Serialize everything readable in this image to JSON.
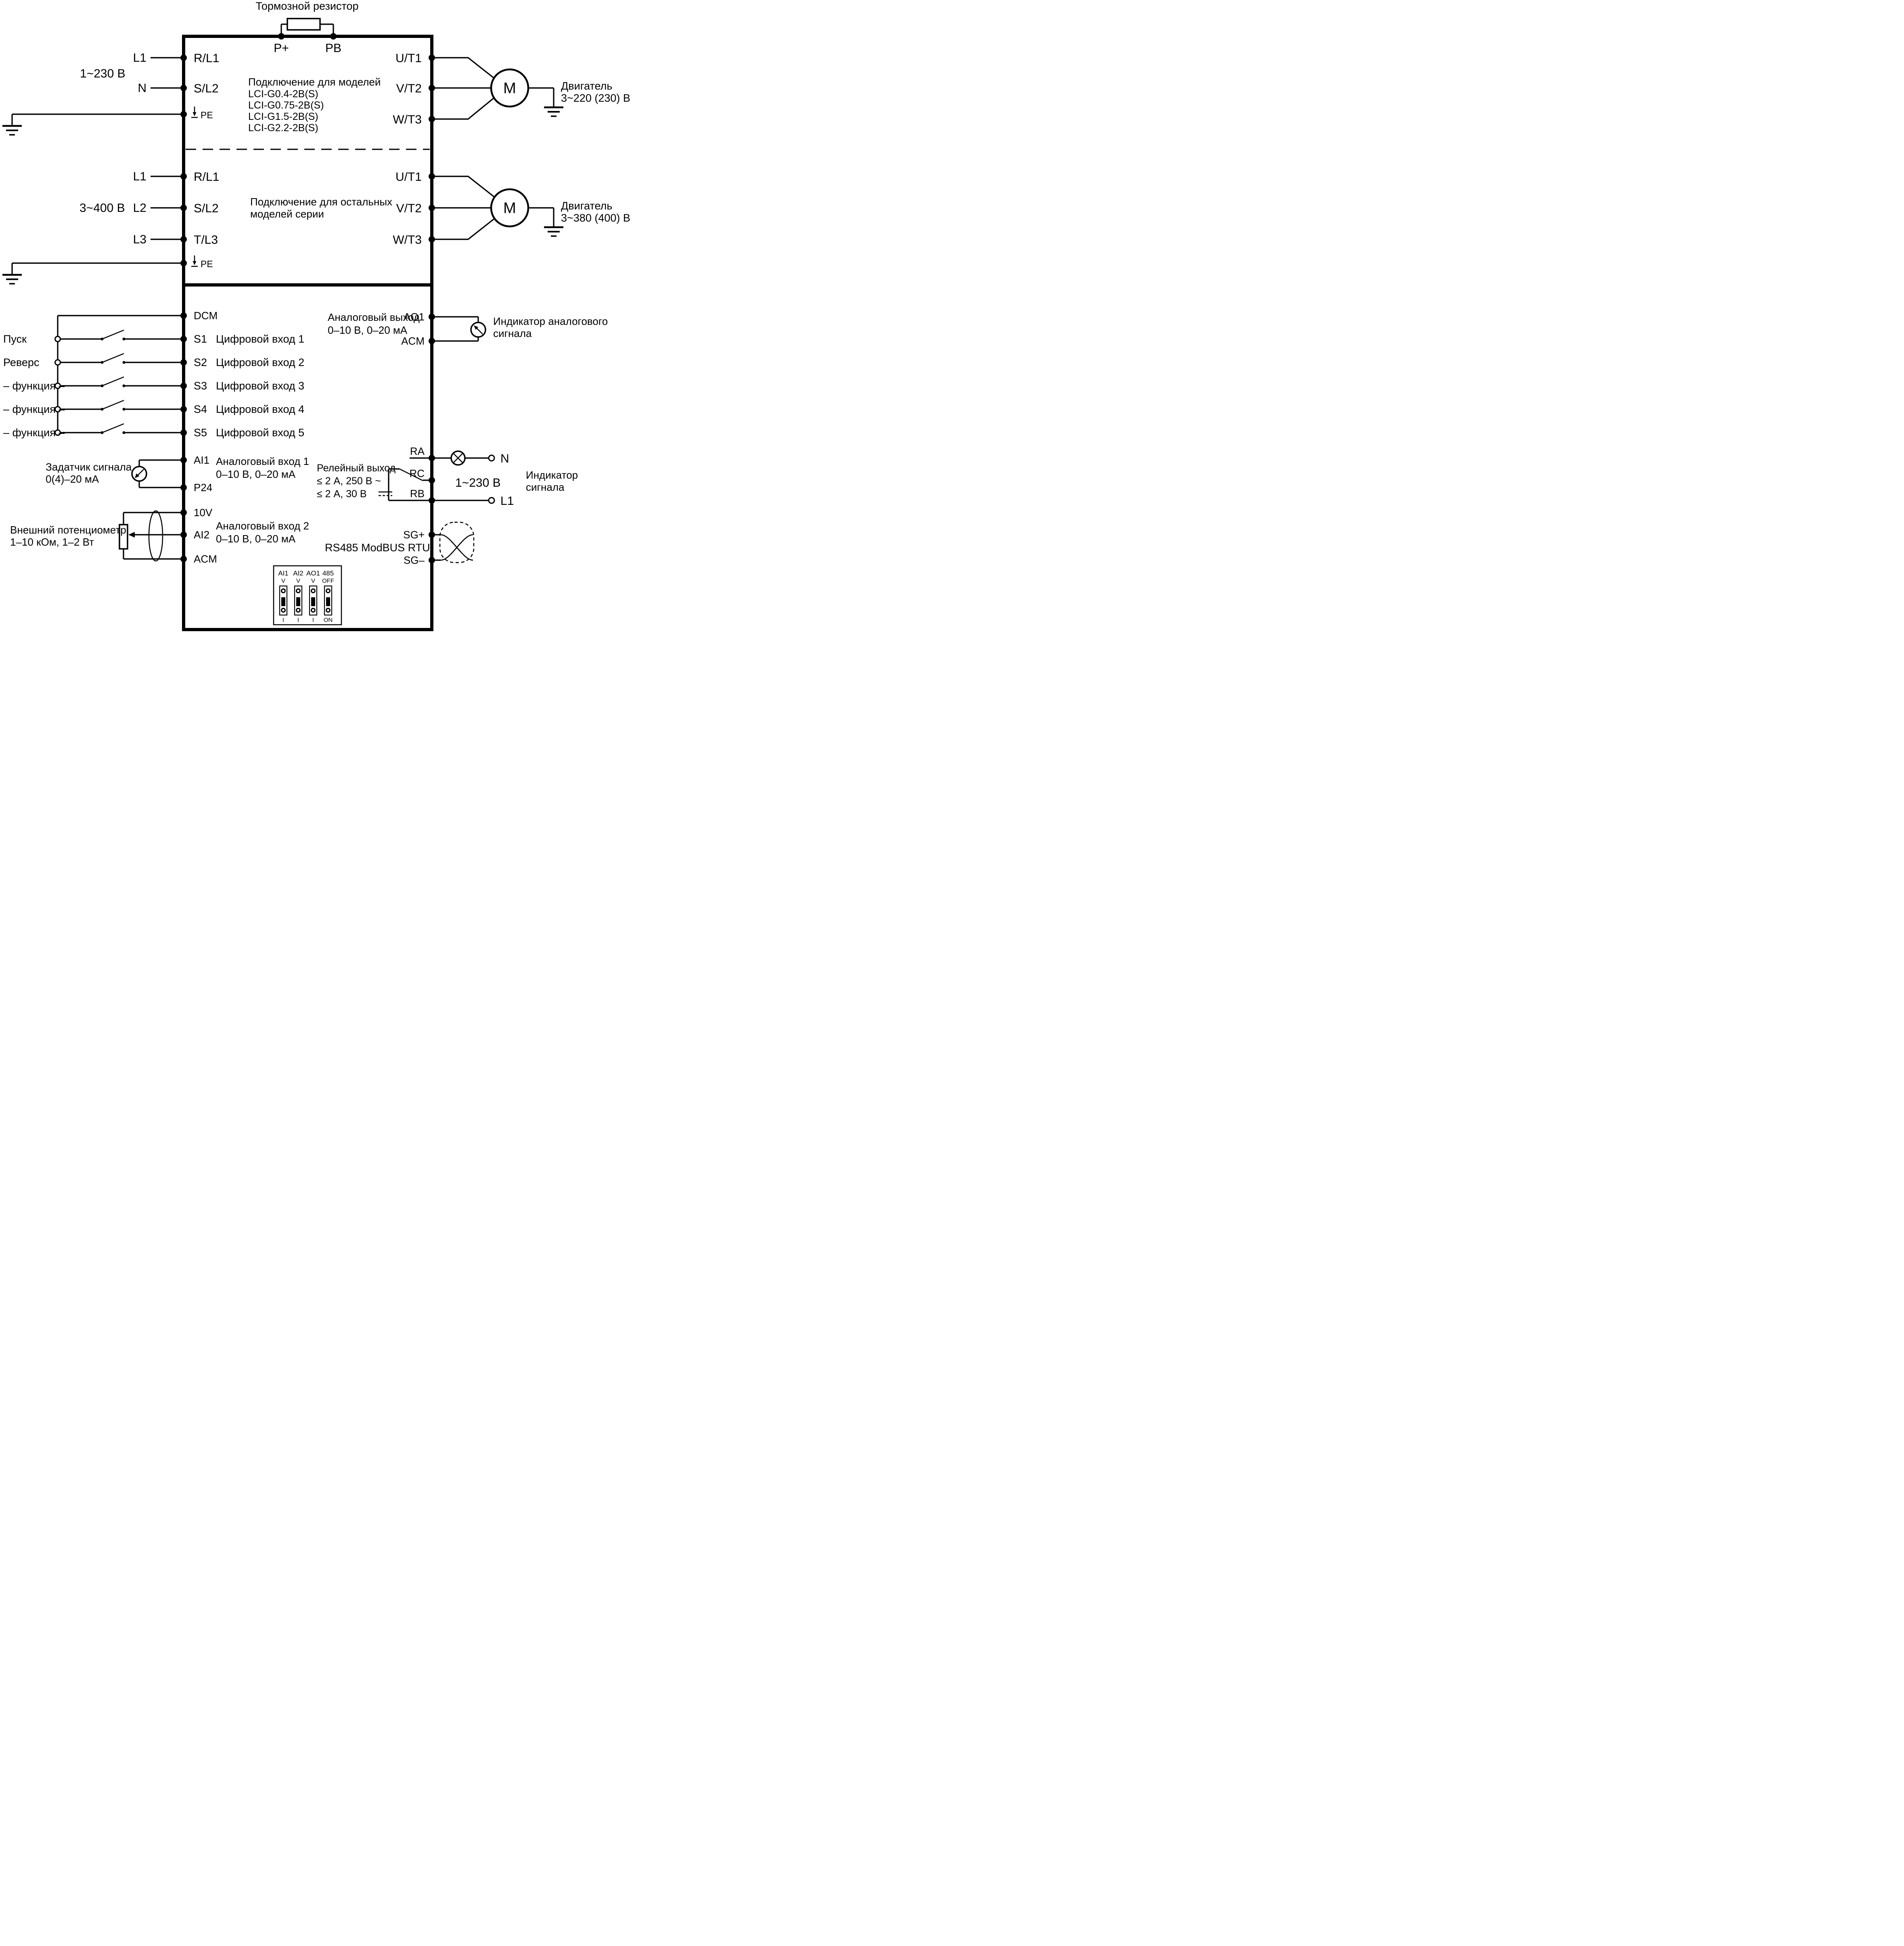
{
  "top": {
    "brake": "Тормозной резистор",
    "p_plus": "P+",
    "pb": "PB"
  },
  "group1": {
    "voltage": "1~230 В",
    "in1": "L1",
    "in2": "N",
    "t1": "R/L1",
    "t2": "S/L2",
    "pe": "PE",
    "note": [
      "Подключение для моделей",
      "LCI-G0.4-2B(S)",
      "LCI-G0.75-2B(S)",
      "LCI-G1.5-2B(S)",
      "LCI-G2.2-2B(S)"
    ],
    "o1": "U/T1",
    "o2": "V/T2",
    "o3": "W/T3",
    "motor": "M",
    "m1": "Двигатель",
    "m2": "3~220 (230) В"
  },
  "group2": {
    "voltage": "3~400 В",
    "in1": "L1",
    "in2": "L2",
    "in3": "L3",
    "t1": "R/L1",
    "t2": "S/L2",
    "t3": "T/L3",
    "pe": "PE",
    "note": [
      "Подключение для остальных",
      "моделей серии"
    ],
    "o1": "U/T1",
    "o2": "V/T2",
    "o3": "W/T3",
    "motor": "M",
    "m1": "Двигатель",
    "m2": "3~380 (400) В"
  },
  "digital": {
    "dcm": "DCM",
    "rows": [
      {
        "sw": "Пуск",
        "t": "S1",
        "label": "Цифровой вход 1"
      },
      {
        "sw": "Реверс",
        "t": "S2",
        "label": "Цифровой вход 2"
      },
      {
        "sw": "– функция –",
        "t": "S3",
        "label": "Цифровой вход 3"
      },
      {
        "sw": "– функция –",
        "t": "S4",
        "label": "Цифровой вход 4"
      },
      {
        "sw": "– функция –",
        "t": "S5",
        "label": "Цифровой вход 5"
      }
    ]
  },
  "ain1": {
    "ai1": "AI1",
    "p24": "P24",
    "line1": "Аналоговый вход 1",
    "line2": "0–10 В, 0–20 мА",
    "src1": "Задатчик сигнала",
    "src2": "0(4)–20 мА"
  },
  "ain2": {
    "v10": "10V",
    "ai2": "AI2",
    "acm": "ACM",
    "line1": "Аналоговый вход 2",
    "line2": "0–10 В, 0–20 мА",
    "pot1": "Внешний потенциометр",
    "pot2": "1–10 кОм, 1–2 Вт"
  },
  "aout": {
    "line1": "Аналоговый выход",
    "line2": "0–10 В, 0–20 мА",
    "ao1": "AO1",
    "acm": "ACM",
    "ind1": "Индикатор аналогового",
    "ind2": "сигнала"
  },
  "relay": {
    "row1": "Релейный выход",
    "row2": "≤ 2 А, 250 В ~",
    "row3": "≤ 2 А, 30 В",
    "ra": "RA",
    "rc": "RC",
    "rb": "RB",
    "voltage": "1~230 В",
    "n_label": "N",
    "l1_label": "L1",
    "ind1": "Индикатор",
    "ind2": "сигнала"
  },
  "rs485": {
    "label": "RS485 ModBUS RTU",
    "sg_plus": "SG+",
    "sg_minus": "SG–"
  },
  "dip": {
    "cols": [
      {
        "name": "AI1",
        "top": "V",
        "bottom": "I"
      },
      {
        "name": "AI2",
        "top": "V",
        "bottom": "I"
      },
      {
        "name": "AO1",
        "top": "V",
        "bottom": "I"
      },
      {
        "name": "485",
        "top": "OFF",
        "bottom": "ON"
      }
    ]
  }
}
